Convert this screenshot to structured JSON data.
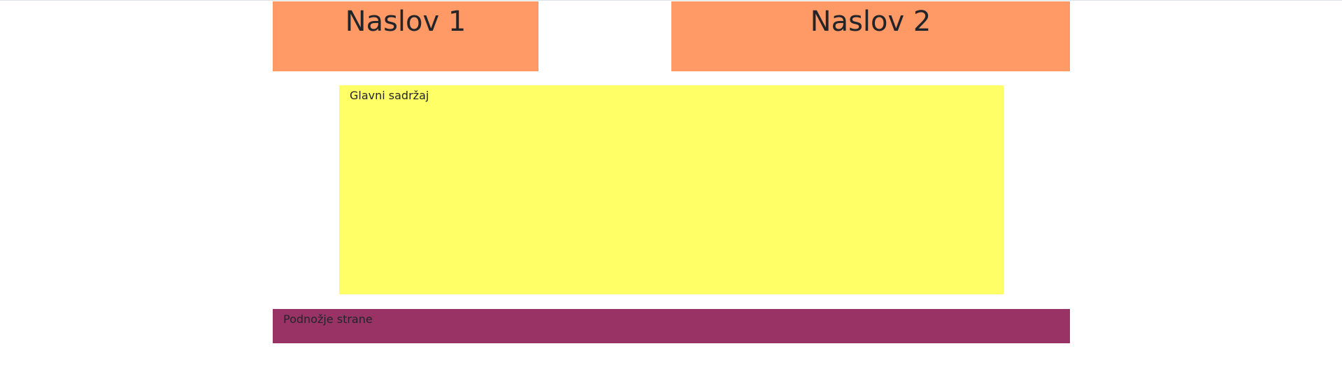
{
  "header": {
    "title1": "Naslov 1",
    "title2": "Naslov 2"
  },
  "main": {
    "text": "Glavni sadržaj"
  },
  "footer": {
    "text": "Podnožje strane"
  },
  "colors": {
    "header_bg": "#ff9966",
    "main_bg": "#ffff66",
    "footer_bg": "#993366"
  }
}
